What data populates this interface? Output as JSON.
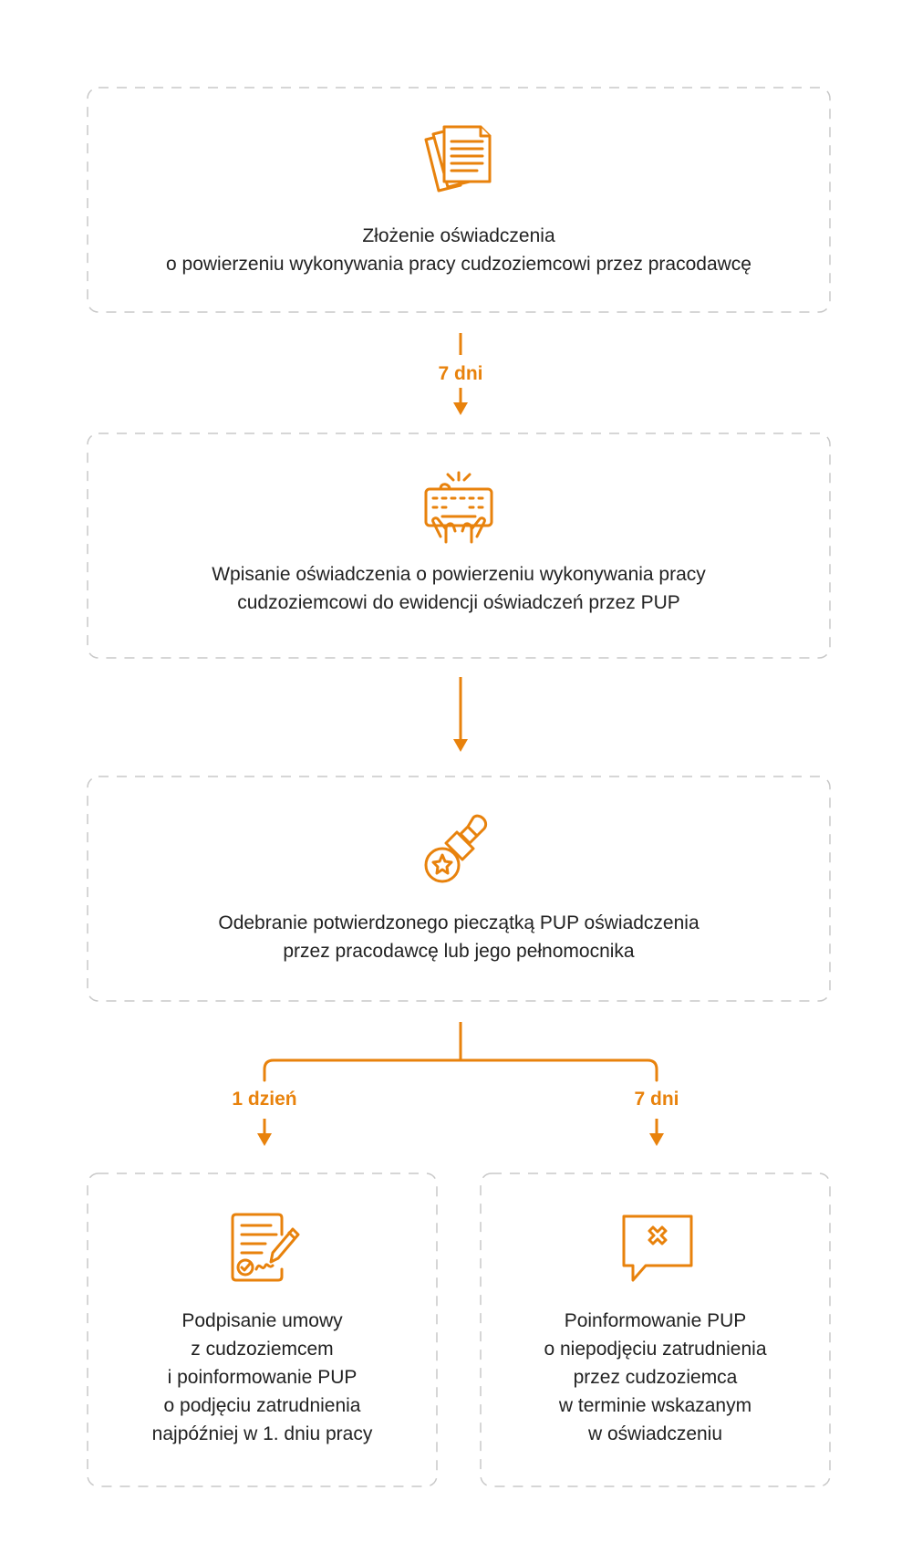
{
  "accent_color": "#e8820c",
  "border_color": "#c8c8c8",
  "steps": [
    {
      "icon": "documents-icon",
      "lines": [
        "Złożenie oświadczenia",
        "o powierzeniu wykonywania pracy cudzoziemcowi przez pracodawcę"
      ]
    },
    {
      "icon": "keyboard-typing-icon",
      "lines": [
        "Wpisanie oświadczenia o powierzeniu wykonywania pracy",
        "cudzoziemcowi do ewidencji oświadczeń przez PUP"
      ]
    },
    {
      "icon": "stamp-icon",
      "lines": [
        "Odebranie potwierdzonego pieczątką PUP oświadczenia",
        "przez pracodawcę lub jego pełnomocnika"
      ]
    },
    {
      "icon": "signed-contract-icon",
      "lines": [
        "Podpisanie umowy",
        "z cudzoziemcem",
        "i poinformowanie PUP",
        "o podjęciu zatrudnienia",
        "najpóźniej w 1. dniu pracy"
      ]
    },
    {
      "icon": "message-cancel-icon",
      "lines": [
        "Poinformowanie PUP",
        "o niepodjęciu zatrudnienia",
        "przez cudzoziemca",
        "w terminie wskazanym",
        "w oświadczeniu"
      ]
    }
  ],
  "arrows": {
    "step1_to_step2": "7 dni",
    "step3_to_step4": "1 dzień",
    "step3_to_step5": "7 dni"
  }
}
